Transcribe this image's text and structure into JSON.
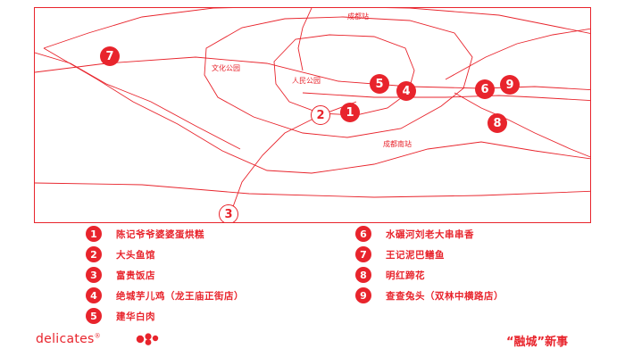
{
  "map": {
    "places": {
      "north_station": "成都站",
      "culture_park": "文化公园",
      "peoples_park": "人民公园",
      "south_station": "成都南站"
    },
    "pins": [
      "1",
      "2",
      "3",
      "4",
      "5",
      "6",
      "7",
      "8",
      "9"
    ]
  },
  "legend": [
    {
      "num": "1",
      "name": "陈记爷爷婆婆蛋烘糕"
    },
    {
      "num": "2",
      "name": "大头鱼馆"
    },
    {
      "num": "3",
      "name": "富贵饭店"
    },
    {
      "num": "4",
      "name": "绝城芋儿鸡（龙王庙正街店）"
    },
    {
      "num": "5",
      "name": "建华白肉"
    },
    {
      "num": "6",
      "name": "水碾河刘老大串串香"
    },
    {
      "num": "7",
      "name": "王记泥巴鳝鱼"
    },
    {
      "num": "8",
      "name": "明红蹄花"
    },
    {
      "num": "9",
      "name": "查查兔头（双林中横路店）"
    }
  ],
  "footer": {
    "brand": "delicates",
    "brand_mark": "®",
    "tagline": "“融城”新事"
  },
  "colors": {
    "accent": "#e8242c",
    "background": "#ffffff"
  }
}
